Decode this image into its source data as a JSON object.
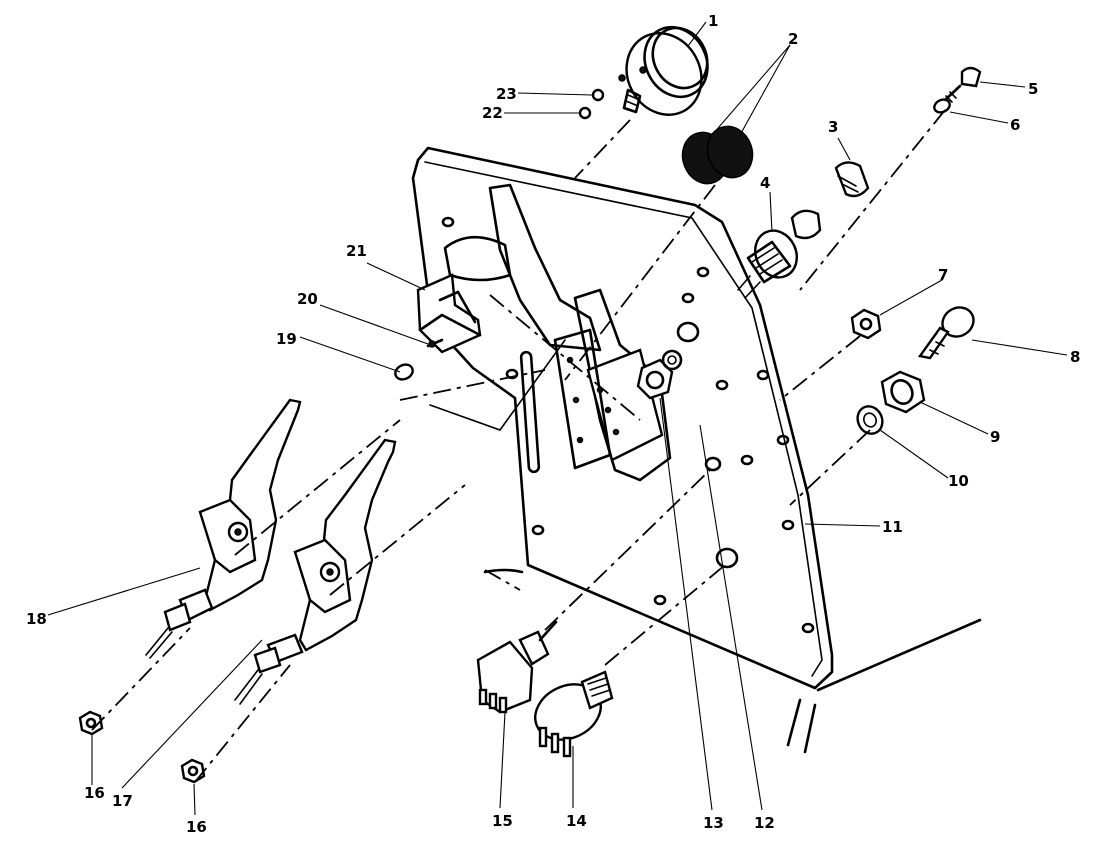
{
  "callouts": [
    {
      "label": "1"
    },
    {
      "label": "2"
    },
    {
      "label": "3"
    },
    {
      "label": "4"
    },
    {
      "label": "5"
    },
    {
      "label": "6"
    },
    {
      "label": "7"
    },
    {
      "label": "8"
    },
    {
      "label": "9"
    },
    {
      "label": "10"
    },
    {
      "label": "11"
    },
    {
      "label": "12"
    },
    {
      "label": "13"
    },
    {
      "label": "14"
    },
    {
      "label": "15"
    },
    {
      "label": "16"
    },
    {
      "label": "16"
    },
    {
      "label": "17"
    },
    {
      "label": "18"
    },
    {
      "label": "19"
    },
    {
      "label": "20"
    },
    {
      "label": "21"
    },
    {
      "label": "22"
    },
    {
      "label": "23"
    }
  ]
}
